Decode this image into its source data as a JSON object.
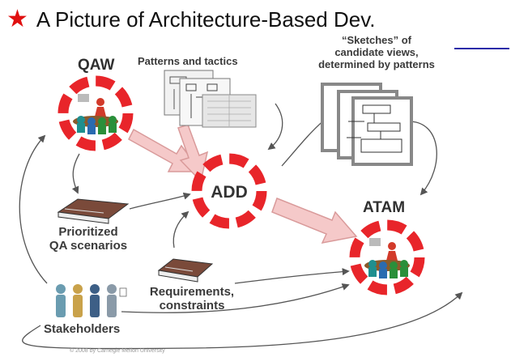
{
  "title": "A Picture of Architecture-Based Dev.",
  "nodes": {
    "qaw": "QAW",
    "add": "ADD",
    "atam": "ATAM"
  },
  "labels": {
    "patterns": "Patterns and tactics",
    "sketches": [
      "“Sketches” of",
      "candidate views,",
      "determined by patterns"
    ],
    "scenarios": [
      "Prioritized",
      "QA scenarios"
    ],
    "requirements": [
      "Requirements,",
      "constraints"
    ],
    "stakeholders": "Stakeholders"
  },
  "footer": "© 2008 by Carnegie Mellon University",
  "colors": {
    "cycle_red": "#e8252a",
    "flow_arrow_fill": "#f5c9c9",
    "flow_arrow_stroke": "#d99a9a",
    "accent_line": "#2b2ba8",
    "star": "#e01010"
  },
  "icons": [
    "star-icon",
    "cycle-icon",
    "meeting-icon",
    "book-icon",
    "people-icon",
    "document-stack-icon"
  ]
}
